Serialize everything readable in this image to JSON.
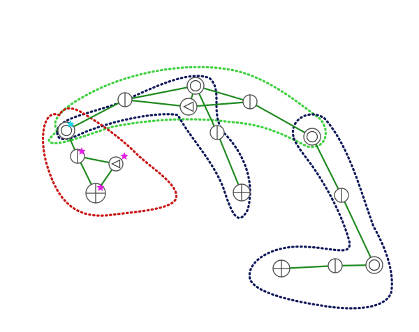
{
  "diagram": {
    "colors": {
      "background": "#ffffff",
      "edge": "#1f8a1f",
      "region_green": "#3dd13d",
      "region_navy": "#10195a",
      "region_red": "#c81414",
      "star_magenta": "#e020e0",
      "star_cyan": "#19d6e6",
      "node_stroke": "#555555"
    },
    "nodes": [
      {
        "id": "n-left-top",
        "symbol": "double-circle"
      },
      {
        "id": "n-left-mid",
        "symbol": "vertical-bar"
      },
      {
        "id": "n-left-triangle",
        "symbol": "triangle"
      },
      {
        "id": "n-left-bottom",
        "symbol": "cross"
      },
      {
        "id": "n-arc-1",
        "symbol": "vertical-bar"
      },
      {
        "id": "n-top",
        "symbol": "double-circle"
      },
      {
        "id": "n-center-triangle",
        "symbol": "triangle"
      },
      {
        "id": "n-arc-2",
        "symbol": "vertical-bar"
      },
      {
        "id": "n-center-mid",
        "symbol": "vertical-bar"
      },
      {
        "id": "n-center-bottom",
        "symbol": "cross"
      },
      {
        "id": "n-right-top",
        "symbol": "double-circle"
      },
      {
        "id": "n-right-mid",
        "symbol": "vertical-bar"
      },
      {
        "id": "n-bottom-right",
        "symbol": "double-circle"
      },
      {
        "id": "n-bottom-mid",
        "symbol": "vertical-bar"
      },
      {
        "id": "n-bottom-left",
        "symbol": "cross"
      }
    ],
    "edges": [
      [
        "n-left-top",
        "n-arc-1"
      ],
      [
        "n-arc-1",
        "n-top"
      ],
      [
        "n-top",
        "n-arc-2"
      ],
      [
        "n-arc-2",
        "n-right-top"
      ],
      [
        "n-arc-1",
        "n-center-triangle"
      ],
      [
        "n-center-triangle",
        "n-arc-2"
      ],
      [
        "n-top",
        "n-center-triangle"
      ],
      [
        "n-top",
        "n-center-mid"
      ],
      [
        "n-center-mid",
        "n-center-bottom"
      ],
      [
        "n-left-top",
        "n-left-mid"
      ],
      [
        "n-left-mid",
        "n-left-triangle"
      ],
      [
        "n-left-mid",
        "n-left-bottom"
      ],
      [
        "n-left-triangle",
        "n-left-bottom"
      ],
      [
        "n-right-top",
        "n-right-mid"
      ],
      [
        "n-right-mid",
        "n-bottom-right"
      ],
      [
        "n-bottom-right",
        "n-bottom-mid"
      ],
      [
        "n-bottom-mid",
        "n-bottom-left"
      ]
    ],
    "regions": [
      {
        "id": "region-green-arc",
        "color": "green"
      },
      {
        "id": "region-navy-center",
        "color": "navy"
      },
      {
        "id": "region-navy-right",
        "color": "navy"
      },
      {
        "id": "region-red-left",
        "color": "red"
      }
    ],
    "markers": [
      {
        "id": "star-cyan",
        "color": "cyan",
        "on": "n-left-top"
      },
      {
        "id": "star-magenta-1",
        "color": "magenta",
        "on": "n-left-mid"
      },
      {
        "id": "star-magenta-2",
        "color": "magenta",
        "on": "n-left-triangle"
      },
      {
        "id": "star-magenta-3",
        "color": "magenta",
        "on": "n-left-bottom"
      }
    ]
  }
}
